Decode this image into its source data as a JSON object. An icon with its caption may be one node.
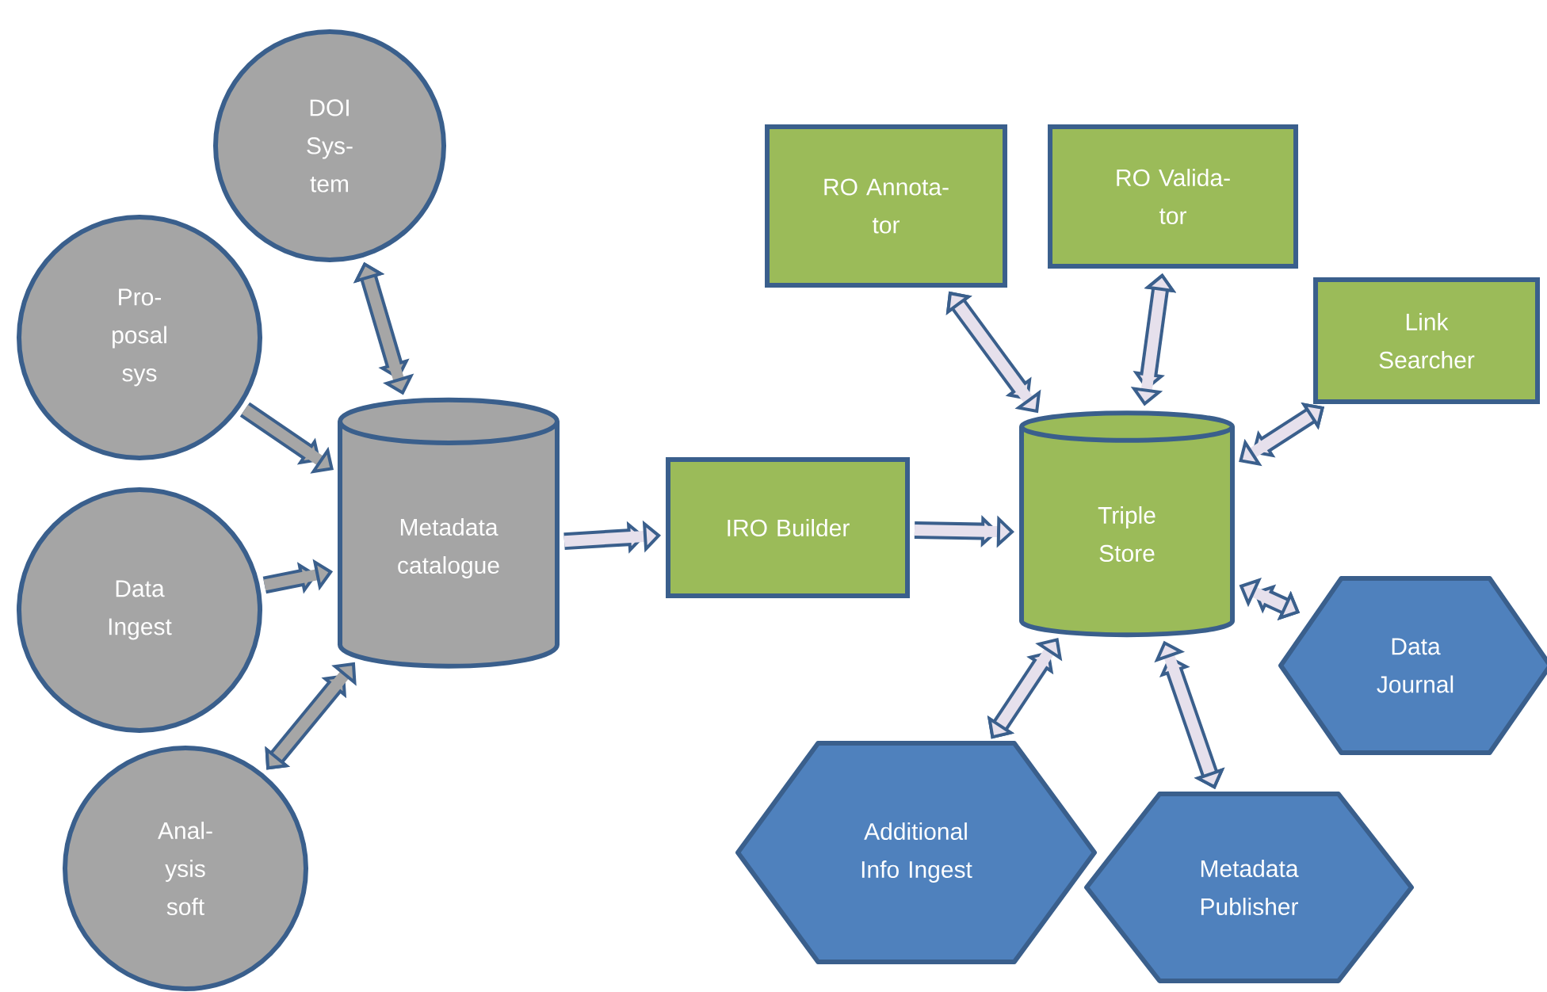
{
  "diagram": {
    "nodes": [
      {
        "text": [
          "DOI Sys- tem"
        ]
      },
      {
        "text": [
          "Pro- posal sys"
        ]
      },
      {
        "text": [
          "Data Ingest"
        ]
      },
      {
        "text": [
          "Anal- ysis soft"
        ]
      },
      {
        "text": [
          "Metadata catalogue"
        ]
      },
      {
        "text": [
          "IRO Builder"
        ]
      },
      {
        "text": [
          "RO Annota- tor"
        ]
      },
      {
        "text": [
          "RO Valida- tor"
        ]
      },
      {
        "text": [
          "Link Searcher"
        ]
      },
      {
        "text": [
          "Triple Store"
        ]
      },
      {
        "text": [
          "Data Journal"
        ]
      },
      {
        "text": [
          "Additional Info Ingest"
        ]
      },
      {
        "text": [
          "Metadata Publisher"
        ]
      }
    ],
    "edges": [
      {
        "from": 0,
        "to": 4,
        "arrow": "both",
        "color": "#a6a6a6"
      },
      {
        "from": 1,
        "to": 4,
        "arrow": "to",
        "color": "#a6a6a6"
      },
      {
        "from": 2,
        "to": 4,
        "arrow": "to",
        "color": "#a6a6a6"
      },
      {
        "from": 3,
        "to": 4,
        "arrow": "both",
        "color": "#a6a6a6"
      },
      {
        "from": 4,
        "to": 5,
        "arrow": "to"
      },
      {
        "from": 5,
        "to": 9,
        "arrow": "to"
      },
      {
        "from": 6,
        "to": 9,
        "arrow": "both"
      },
      {
        "from": 7,
        "to": 9,
        "arrow": "both"
      },
      {
        "from": 8,
        "to": 9,
        "arrow": "both"
      },
      {
        "from": 10,
        "to": 9,
        "arrow": "both"
      },
      {
        "from": 11,
        "to": 9,
        "arrow": "both"
      },
      {
        "from": 12,
        "to": 9,
        "arrow": "both"
      }
    ]
  }
}
